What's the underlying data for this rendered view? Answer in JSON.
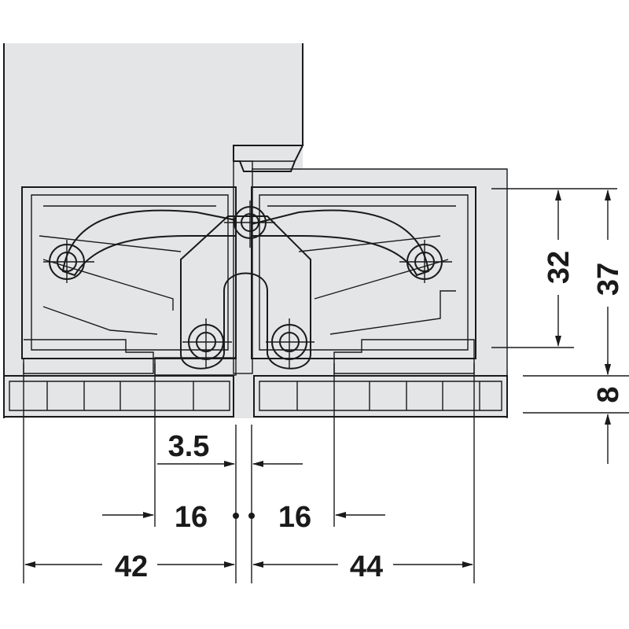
{
  "dimensions": {
    "height_inner": "32",
    "height_outer": "37",
    "strip_height": "8",
    "offset": "3.5",
    "left_16": "16",
    "right_16": "16",
    "left_width": "42",
    "right_width": "44"
  },
  "colors": {
    "panel": "#e4e5e6",
    "line": "#1a1a1a",
    "hinge": "#ffffff"
  }
}
